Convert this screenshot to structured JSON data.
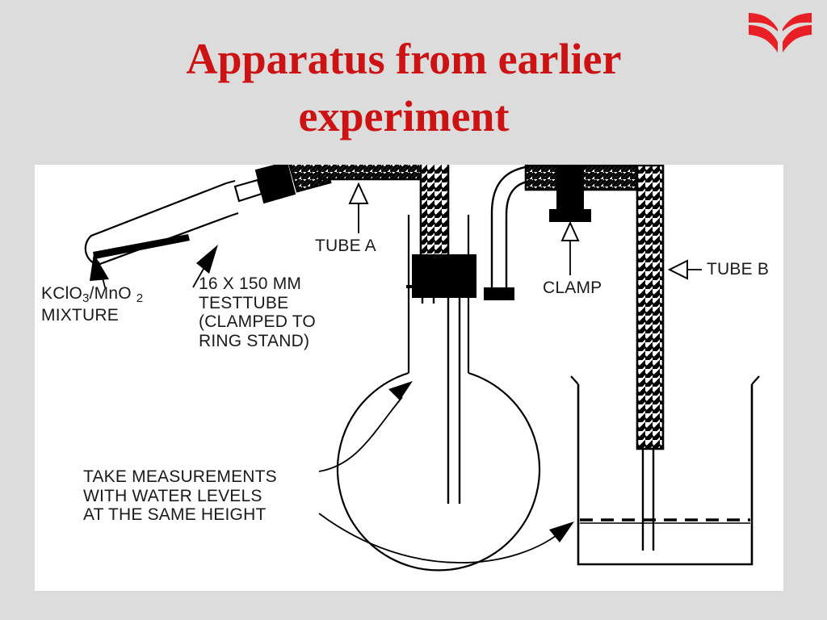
{
  "slide": {
    "background_color": "#dcdcdc",
    "panel_color": "#ffffff",
    "title": {
      "line1": "Apparatus from earlier",
      "line2": "experiment",
      "color": "#cc1212"
    },
    "logo": {
      "name": "red-open-book-logo",
      "color": "#e81f25"
    }
  },
  "diagram": {
    "name": "gas-collection-apparatus",
    "labels": {
      "mixture_line1_pre": "KClO",
      "mixture_line1_sub1": "3",
      "mixture_line1_mid": "/MnO",
      "mixture_line1_sub2": "2",
      "mixture_line2": "MIXTURE",
      "testtube_line1": "16 X 150 MM",
      "testtube_line2": "TESTTUBE",
      "testtube_line3": "(CLAMPED TO",
      "testtube_line4": "RING STAND)",
      "tube_a": "TUBE A",
      "clamp": "CLAMP",
      "tube_b": "TUBE B",
      "measure_line1": "TAKE MEASUREMENTS",
      "measure_line2": "WITH WATER LEVELS",
      "measure_line3": "AT THE SAME HEIGHT"
    },
    "parts": [
      "tilted test tube with KClO3/MnO2 mixture",
      "black rubber stopper",
      "hatched rubber tubing (tube A)",
      "pinch clamp on tubing",
      "round-bottom flask with stopper and delivery tube",
      "hatched rubber tubing (tube B)",
      "beaker of water with dashed water level"
    ]
  }
}
